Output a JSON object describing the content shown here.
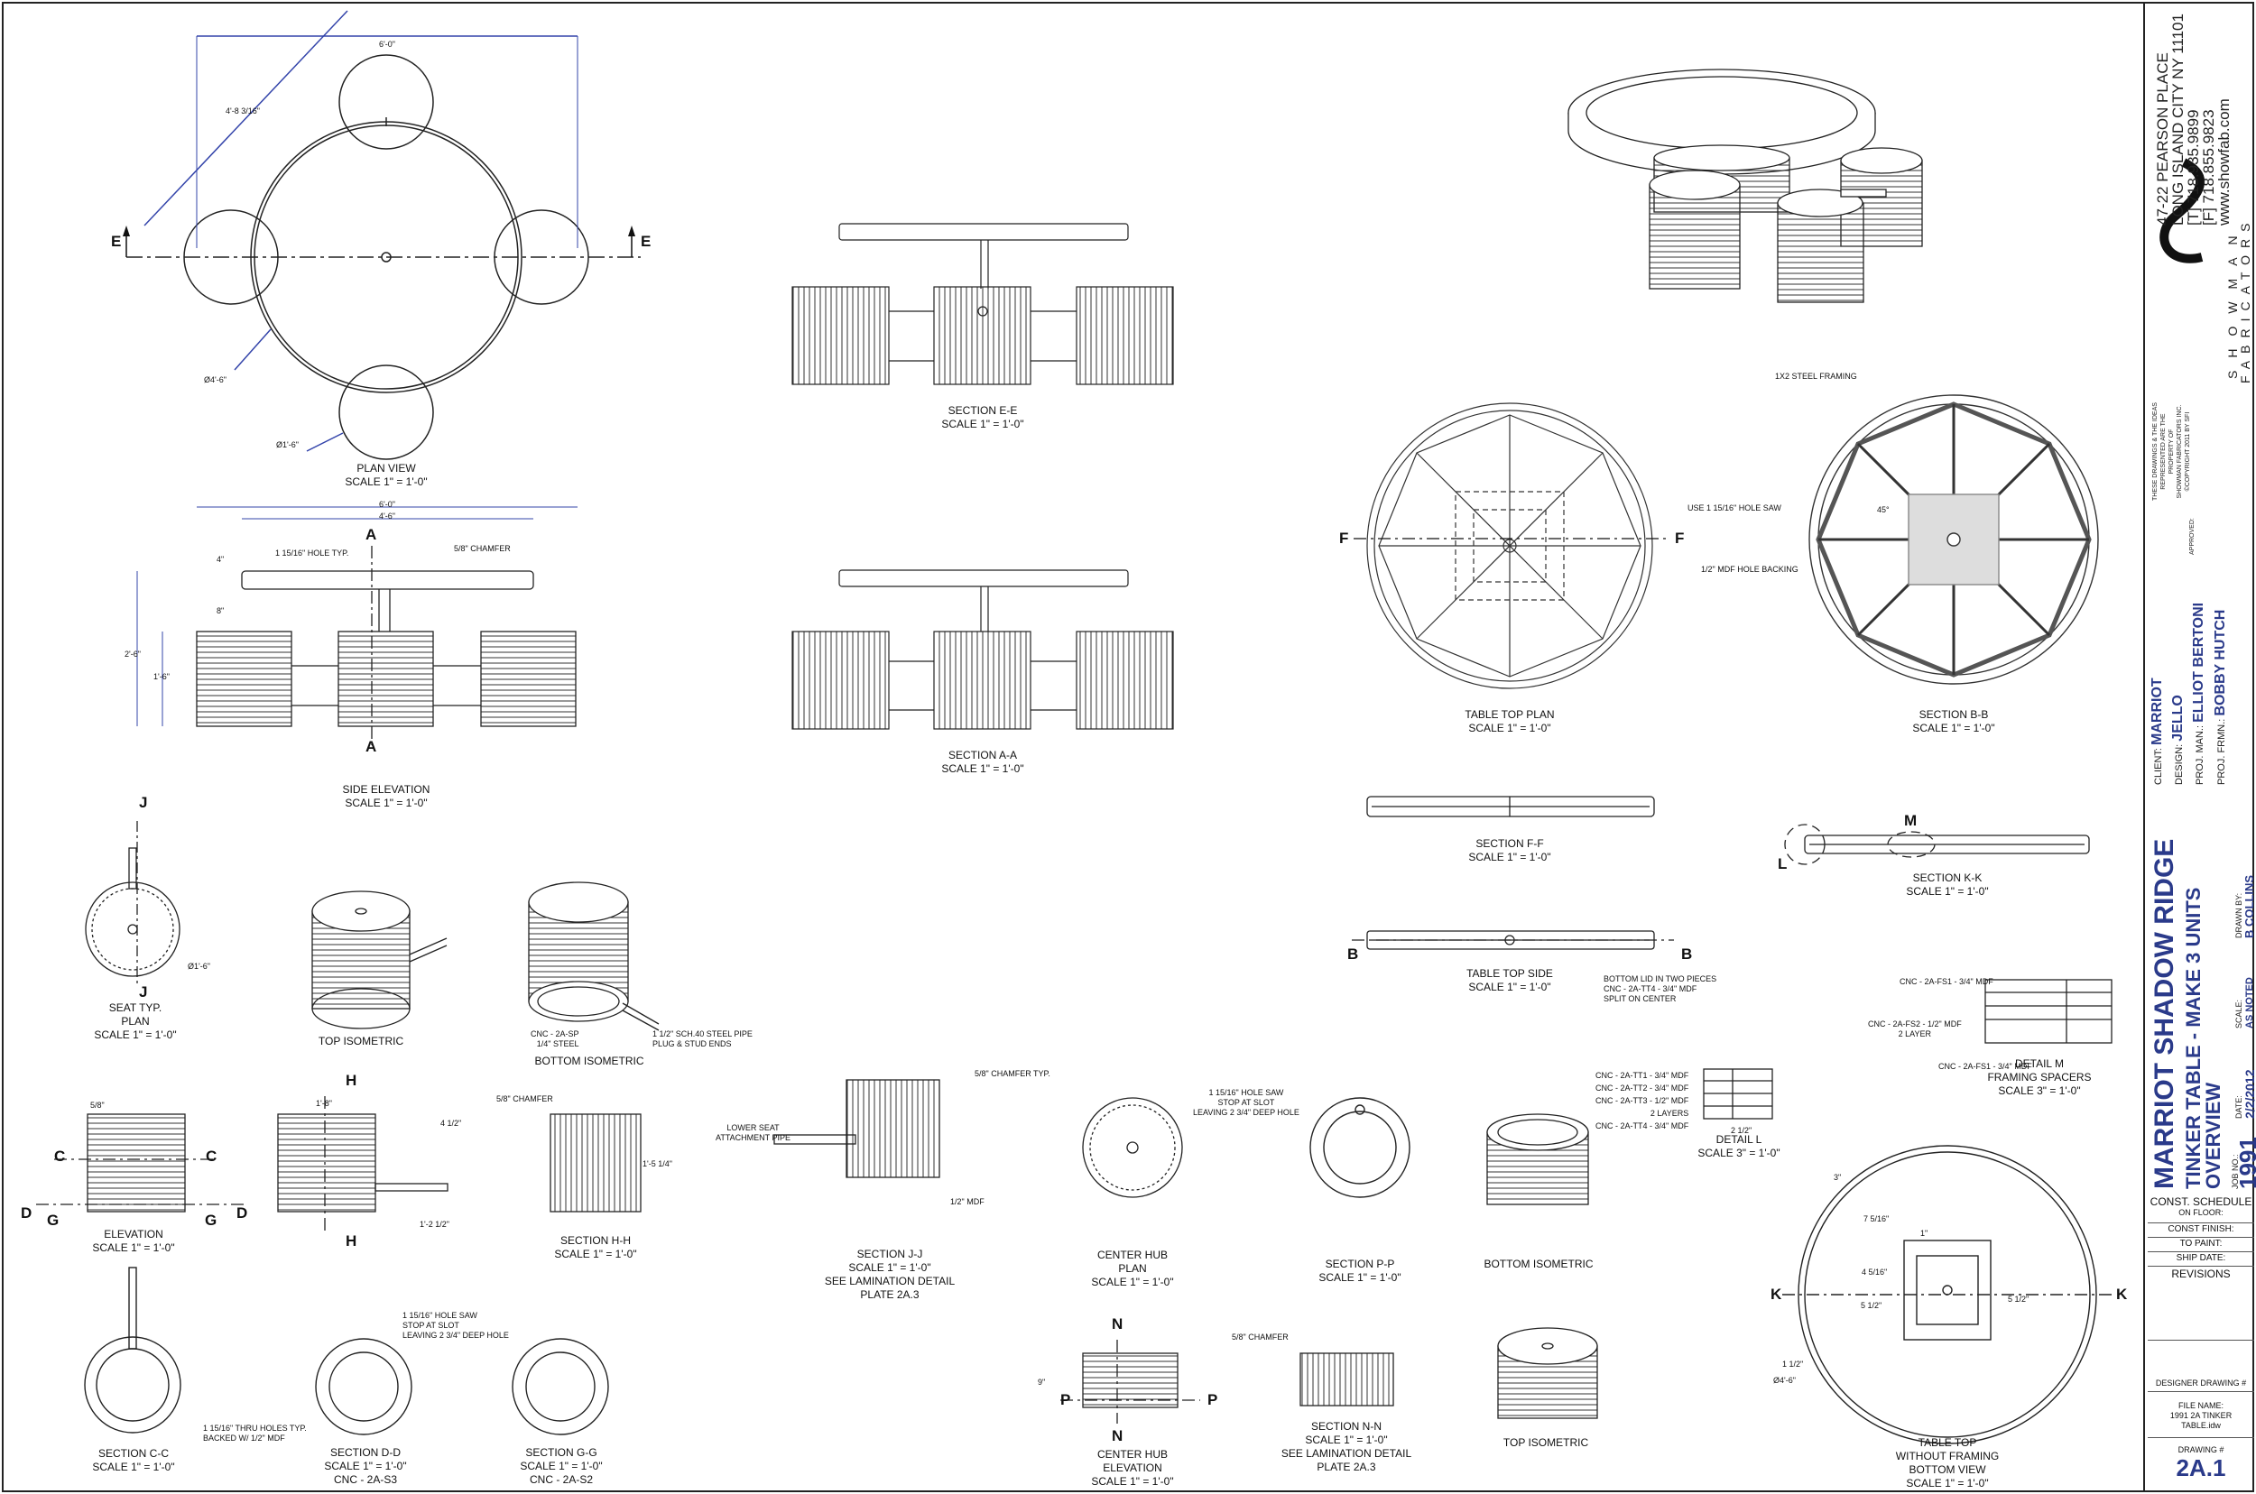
{
  "views": {
    "plan": [
      "PLAN VIEW",
      "SCALE 1\" = 1'-0\""
    ],
    "side_elevation": [
      "SIDE ELEVATION",
      "SCALE 1\" = 1'-0\""
    ],
    "section_ee": [
      "SECTION E-E",
      "SCALE 1\" = 1'-0\""
    ],
    "section_aa": [
      "SECTION A-A",
      "SCALE 1\" = 1'-0\""
    ],
    "table_top_plan": [
      "TABLE TOP PLAN",
      "SCALE 1\" = 1'-0\""
    ],
    "section_bb": [
      "SECTION B-B",
      "SCALE 1\" = 1'-0\""
    ],
    "section_ff": [
      "SECTION F-F",
      "SCALE 1\" = 1'-0\""
    ],
    "section_kk": [
      "SECTION K-K",
      "SCALE 1\" = 1'-0\""
    ],
    "table_top_side": [
      "TABLE TOP SIDE",
      "SCALE 1\" = 1'-0\""
    ],
    "seat_plan": [
      "SEAT TYP.",
      "PLAN",
      "SCALE 1\" = 1'-0\""
    ],
    "top_iso_1": [
      "TOP ISOMETRIC"
    ],
    "bottom_iso_1": [
      "BOTTOM ISOMETRIC"
    ],
    "elevation": [
      "ELEVATION",
      "SCALE 1\" = 1'-0\""
    ],
    "section_hh": [
      "SECTION H-H",
      "SCALE 1\" = 1'-0\""
    ],
    "section_jj": [
      "SECTION J-J",
      "SCALE 1\" = 1'-0\"",
      "SEE LAMINATION DETAIL",
      "PLATE 2A.3"
    ],
    "center_hub_plan": [
      "CENTER HUB",
      "PLAN",
      "SCALE 1\" = 1'-0\""
    ],
    "section_pp": [
      "SECTION P-P",
      "SCALE 1\" = 1'-0\""
    ],
    "bottom_iso_2": [
      "BOTTOM ISOMETRIC"
    ],
    "detail_l": [
      "DETAIL  L",
      "SCALE 3\" = 1'-0\""
    ],
    "detail_m": [
      "DETAIL  M",
      "FRAMING SPACERS",
      "SCALE 3\" = 1'-0\""
    ],
    "section_cc": [
      "SECTION C-C",
      "SCALE 1\" = 1'-0\""
    ],
    "section_dd": [
      "SECTION D-D",
      "SCALE 1\" = 1'-0\"",
      "CNC - 2A-S3"
    ],
    "section_gg": [
      "SECTION G-G",
      "SCALE 1\" = 1'-0\"",
      "CNC - 2A-S2"
    ],
    "center_hub_elev": [
      "CENTER HUB",
      "ELEVATION",
      "SCALE 1\" = 1'-0\""
    ],
    "section_nn": [
      "SECTION N-N",
      "SCALE 1\" = 1'-0\"",
      "SEE LAMINATION DETAIL",
      "PLATE 2A.3"
    ],
    "top_iso_2": [
      "TOP ISOMETRIC"
    ],
    "table_top_bottom": [
      "TABLE TOP",
      "WITHOUT FRAMING",
      "BOTTOM VIEW",
      "SCALE 1\" = 1'-0\""
    ]
  },
  "notes": {
    "hole_typ": "1 15/16\" HOLE TYP.",
    "chamfer": "5/8\" CHAMFER",
    "chamfer_typ": "5/8\" CHAMFER TYP.",
    "framing": "1X2 STEEL FRAMING",
    "hole_saw": "USE 1 15/16\" HOLE SAW",
    "hole_backing": "1/2\" MDF HOLE BACKING",
    "bottom_lid": "BOTTOM LID IN TWO PIECES",
    "bottom_lid_2": "CNC - 2A-TT4 - 3/4\" MDF",
    "bottom_lid_3": "SPLIT ON CENTER",
    "cnc_sp": "CNC - 2A-SP",
    "steel": "1/4\" STEEL",
    "pipe": "1 1/2\" SCH.40 STEEL PIPE",
    "pipe_2": "PLUG & STUD ENDS",
    "lower_seat": "LOWER SEAT",
    "lower_seat_2": "ATTACHMENT PIPE",
    "half_mdf": "1/2\" MDF",
    "hole_saw_stop": "1 15/16\" HOLE SAW",
    "hole_saw_stop_2": "STOP AT SLOT",
    "hole_saw_stop_3": "LEAVING 2 3/4\" DEEP HOLE",
    "thru_holes": "1 15/16\" THRU HOLES TYP.",
    "thru_holes_2": "BACKED W/ 1/2\" MDF",
    "tt1": "CNC - 2A-TT1 - 3/4\" MDF",
    "tt2": "CNC - 2A-TT2 - 3/4\" MDF",
    "tt3": "CNC - 2A-TT3 - 1/2\" MDF",
    "tt3_b": "2 LAYERS",
    "tt4": "CNC - 2A-TT4 - 3/4\" MDF",
    "fs1": "CNC - 2A-FS1 - 3/4\" MDF",
    "fs2": "CNC - 2A-FS2 - 1/2\" MDF",
    "fs2_b": "2 LAYER",
    "fs1_b": "CNC - 2A-FS1 - 3/4\" MDF"
  },
  "dims": {
    "d6_0": "6'-0\"",
    "d4_8": "4'-8 3/16\"",
    "d4_6": "4'-6\"",
    "dia4_6": "Ø4'-6\"",
    "dia1_6": "Ø1'-6\"",
    "d2_6": "2'-6\"",
    "d1_6": "1'-6\"",
    "d4": "4\"",
    "d8": "8\"",
    "d5_8": "5/8\"",
    "d9": "9\"",
    "d1_8": "1'-8\"",
    "d4_half": "4 1/2\"",
    "d1_2_half": "1'-2 1/2\"",
    "d1_5q": "1'-5 1/4\"",
    "d45": "45°",
    "d2_half": "2 1/2\"",
    "d3": "3\"",
    "d7_5_16": "7 5/16\"",
    "d1": "1\"",
    "d4_5_16": "4 5/16\"",
    "d5_half": "5 1/2\"",
    "d1_half": "1 1/2\""
  },
  "section_marks": [
    "E",
    "A",
    "F",
    "B",
    "J",
    "H",
    "C",
    "D",
    "G",
    "N",
    "P",
    "K",
    "L",
    "M"
  ],
  "title_block": {
    "address1": "47-22 PEARSON PLACE",
    "address2": "LONG ISLAND CITY NY 11101",
    "phone": "[T] 718.935.9899",
    "fax": "[F] 718.855.9823",
    "web": "www.showfab.com",
    "company": "SHOWMAN",
    "fabricators": "FABRICATORS",
    "copyright1": "THESE DRAWINGS & THE IDEAS",
    "copyright2": "REPRESENTED ARE THE",
    "copyright3": "PROPERTY OF",
    "copyright4": "SHOWMAN FABRICATORS INC.",
    "copyright5": "©COPYRIGHT 2011 BY SFI",
    "approved_label": "APPROVED:",
    "client_label": "CLIENT:",
    "client": "MARRIOT",
    "design_label": "DESIGN:",
    "design": "JELLO",
    "proj_man_label": "PROJ. MAN.:",
    "proj_man": "ELLIOT BERTONI",
    "proj_frmn_label": "PROJ. FRMN.:",
    "proj_frmn": "BOBBY HUTCH",
    "project": "MARRIOT SHADOW RIDGE",
    "subtitle1": "TINKER TABLE - MAKE 3 UNITS",
    "subtitle2": "OVERVIEW",
    "drawn_by_label": "DRAWN BY:",
    "drawn_by": "B COLLINS",
    "scale_label": "SCALE:",
    "scale": "AS NOTED",
    "date_label": "DATE:",
    "date": "2/2/2012",
    "job_label": "JOB NO.:",
    "job": "1991",
    "const_schedule": "CONST. SCHEDULE",
    "on_floor": "ON FLOOR:",
    "const_finish": "CONST FINISH:",
    "to_paint": "TO PAINT:",
    "ship_date": "SHIP DATE:",
    "revisions": "REVISIONS",
    "designer_drawing": "DESIGNER DRAWING #",
    "file_name_label": "FILE NAME:",
    "file_name1": "1991 2A TINKER",
    "file_name2": "TABLE.idw",
    "drawing_label": "DRAWING #",
    "drawing_no": "2A.1"
  }
}
